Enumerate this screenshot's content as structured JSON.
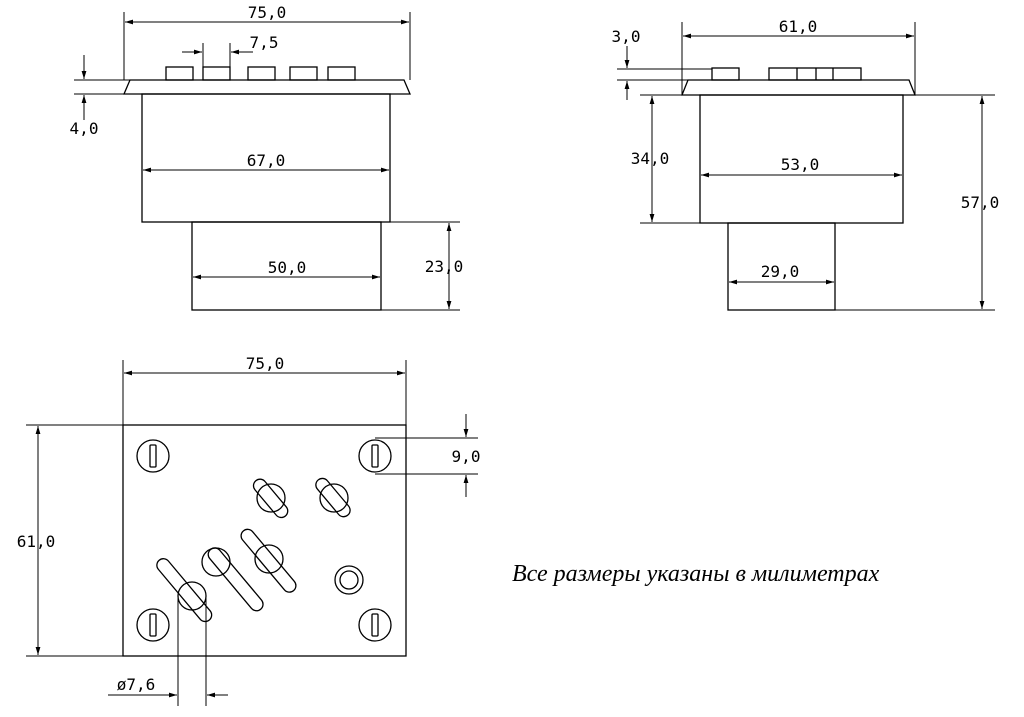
{
  "drawing": {
    "front_view": {
      "overall_width": "75,0",
      "button_pitch": "7,5",
      "flange_thickness": "4,0",
      "body_width": "67,0",
      "lower_width": "50,0",
      "lower_height": "23,0"
    },
    "side_view": {
      "overall_width": "61,0",
      "flange_thickness": "3,0",
      "body_height": "34,0",
      "body_width": "53,0",
      "lower_width": "29,0",
      "total_height": "57,0"
    },
    "top_view": {
      "overall_width": "75,0",
      "overall_height": "61,0",
      "slot_spacing": "9,0",
      "knob_diameter": "ø7,6"
    },
    "note": "Все размеры указаны в милиметрах"
  }
}
